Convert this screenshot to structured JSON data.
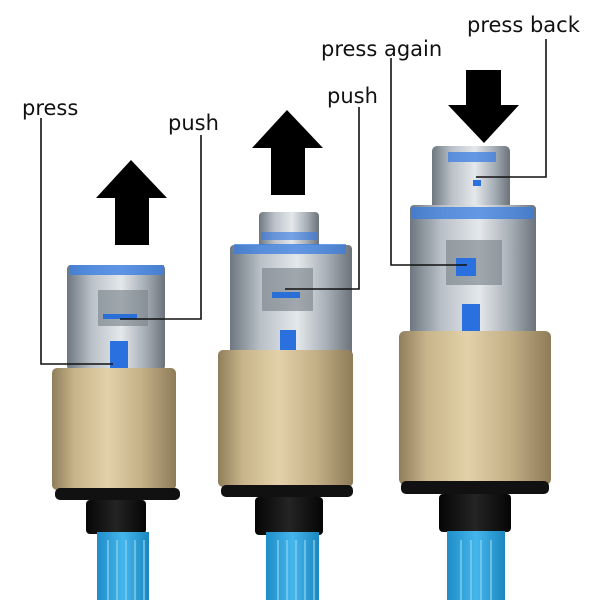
{
  "annotations": {
    "left_press": "press",
    "left_push": "push",
    "middle_push": "push",
    "right_press_again": "press again",
    "right_press_back": "press back"
  },
  "colors": {
    "cable_blue": "#3aa8dc",
    "gold_sleeve": "#c8b48a",
    "connector_blue": "#2f7fe0",
    "metal": "#9ea6ad",
    "black": "#111111"
  }
}
